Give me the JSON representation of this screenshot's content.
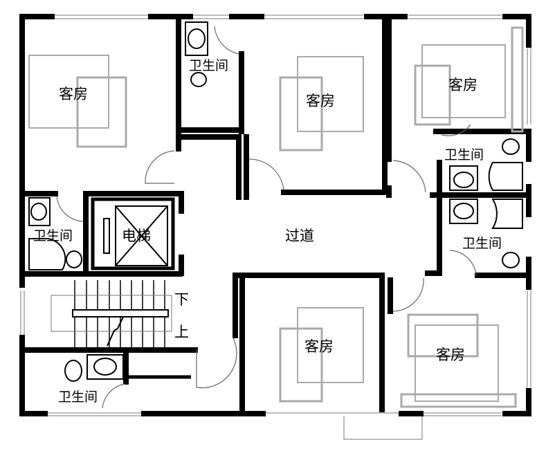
{
  "title": "二层平面图",
  "rooms": {
    "guest_room_top_left": "客房",
    "guest_room_top_middle": "客房",
    "guest_room_top_right": "客房",
    "guest_room_bottom_middle": "客房",
    "guest_room_bottom_right": "客房"
  },
  "bathrooms": {
    "top_middle": "卫生间",
    "left": "卫生间",
    "right_upper": "卫生间",
    "right_lower": "卫生间",
    "bottom_left": "卫生间"
  },
  "elevator": "电梯",
  "corridor": "过道",
  "stairs": {
    "down": "下",
    "up": "上"
  }
}
